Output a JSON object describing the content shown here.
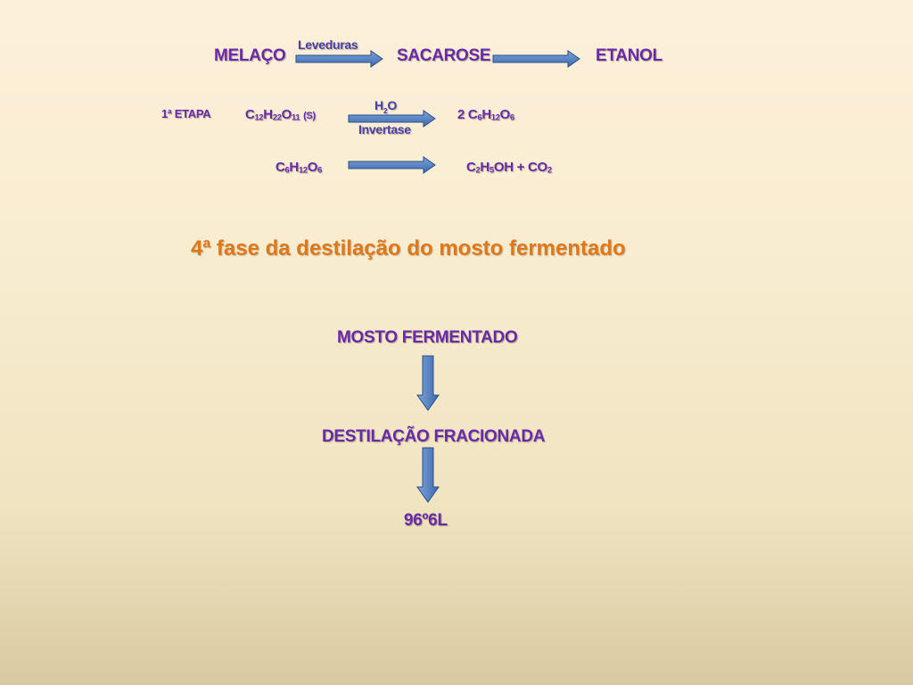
{
  "row1": {
    "melaco": "MELAÇO",
    "leveduras": "Leveduras",
    "sacarose": "SACAROSE",
    "etanol": "ETANOL"
  },
  "etapa": {
    "label": "1ª ETAPA",
    "reactant1": {
      "c": "12",
      "h": "22",
      "o": "11",
      "state": "(S)"
    },
    "catalyst_top": {
      "h": "H",
      "sub": "2",
      "o": "O"
    },
    "catalyst_bottom": "Invertase",
    "product1": {
      "coef": "2 ",
      "c": "6",
      "h": "12",
      "o": "6"
    },
    "reactant2": {
      "c": "6",
      "h": "12",
      "o": "6"
    },
    "product2": {
      "c": "2",
      "h": "5",
      "oh": "OH + CO",
      "o": "2"
    }
  },
  "heading": "4ª fase da destilação do mosto fermentado",
  "flow": {
    "step1": "MOSTO FERMENTADO",
    "step2": "DESTILAÇÃO FRACIONADA",
    "step3": "96º6L"
  },
  "colors": {
    "purple_text": "#6a2aa8",
    "orange_heading": "#e07818",
    "arrow_fill": "#4f7fc0",
    "arrow_stroke": "#2b4f86"
  }
}
